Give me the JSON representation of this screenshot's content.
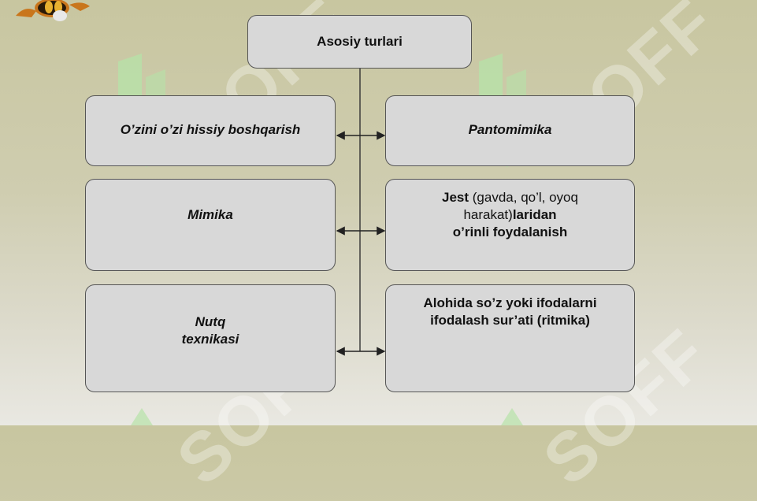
{
  "header": {
    "title": "Asosiy turlari"
  },
  "left_boxes": [
    {
      "lines": [
        "O’zini o’zi hissiy boshqarish"
      ]
    },
    {
      "lines": [
        "Mimika"
      ]
    },
    {
      "lines": [
        "Nutq",
        "texnikasi"
      ]
    }
  ],
  "right_boxes": {
    "pantomimika": "Pantomimika",
    "jest": {
      "word": "Jest",
      "paren_text": " (gavda, qo’l, oyoq",
      "line2_a": "harakat)",
      "line2_b": "laridan",
      "line3": "o’rinli foydalanish"
    },
    "alohida": [
      "Alohida so’z yoki ifodalarni",
      "ifodalash sur’ati (ritmika)"
    ]
  },
  "watermark": {
    "text": "SOFF"
  },
  "colors": {
    "box_fill": "#d8d8d8",
    "box_border": "#555555",
    "watermark_green": "#b6e3a8"
  }
}
